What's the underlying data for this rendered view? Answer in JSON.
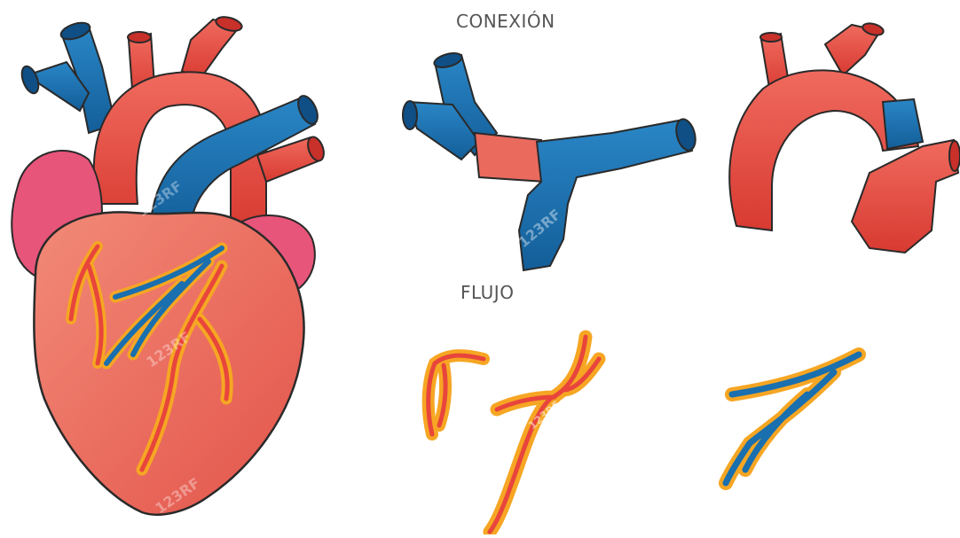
{
  "labels": {
    "connection": "CONEXIÓN",
    "flow": "FLUJO"
  },
  "watermark": "123RF",
  "colors": {
    "artery": "#e8453c",
    "artery_dark": "#c8302a",
    "vein": "#1a6fae",
    "vein_dark": "#0f4f85",
    "heart": "#ec6a5c",
    "heart_light": "#f28a78",
    "atrium": "#e8557a",
    "fat": "#f6a623",
    "fat_light": "#fbd05a",
    "outline": "#2a2a2a",
    "label": "#555555",
    "background": "#ffffff"
  }
}
